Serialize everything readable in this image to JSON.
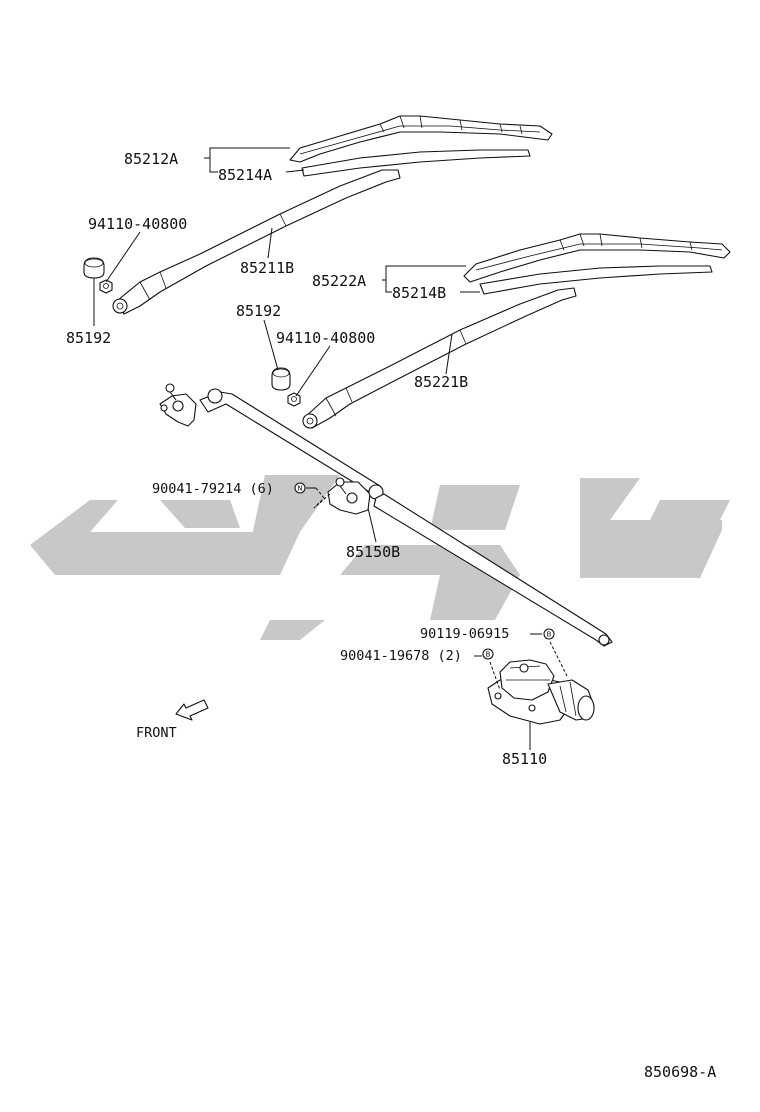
{
  "watermark": {
    "color": "#c8c8c8"
  },
  "labels": {
    "p85212A": "85212A",
    "p85214A": "85214A",
    "p94110_top": "94110-40800",
    "p85211B": "85211B",
    "p85192_left": "85192",
    "p85222A": "85222A",
    "p85214B": "85214B",
    "p85192_mid": "85192",
    "p94110_mid": "94110-40800",
    "p85221B": "85221B",
    "p90041_79214": "90041-79214 (6)",
    "p85150B": "85150B",
    "p90119": "90119-06915",
    "p90041_19678": "90041-19678 (2)",
    "p85110": "85110",
    "front": "FRONT",
    "diagram_code": "850698-A"
  },
  "markers": {
    "n": "N",
    "b": "B"
  }
}
